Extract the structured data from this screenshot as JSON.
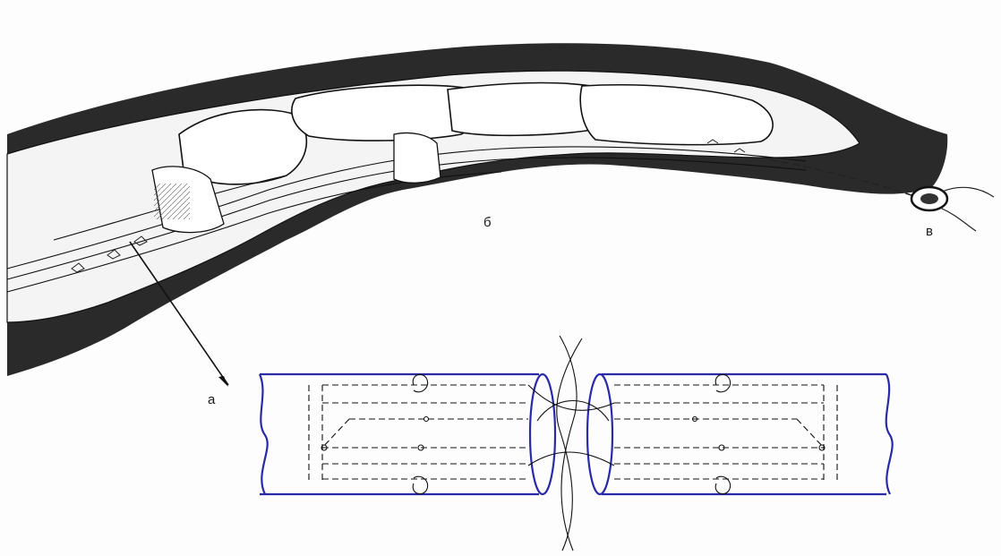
{
  "labels": {
    "a": "а",
    "b": "б",
    "c": "в"
  },
  "colors": {
    "background": "#fdfdfd",
    "skin_dark": "#2a2a2a",
    "bone": "#f4f4f4",
    "tendon": "#e9e9e9",
    "outline": "#111111",
    "diagram_blue": "#2a2aa8",
    "suture": "#222222"
  },
  "icons": {
    "button": "suture-button-icon",
    "arrow": "pointer-arrow-icon"
  }
}
